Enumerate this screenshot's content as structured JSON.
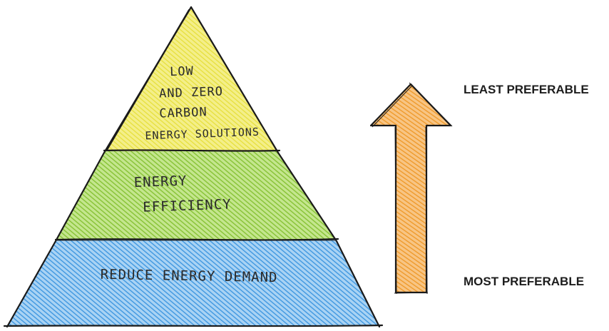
{
  "pyramid": {
    "top_lines": [
      "LOW",
      "AND ZERO",
      "CARBON",
      "ENERGY SOLUTIONS"
    ],
    "middle_lines": [
      "ENERGY",
      "EFFICIENCY"
    ],
    "bottom_lines": [
      "REDUCE ENERGY DEMAND"
    ],
    "colors": {
      "top": "#eee85a",
      "middle": "#9fd24a",
      "bottom": "#5aa8e6",
      "outline": "#1a1a1a"
    }
  },
  "arrow": {
    "color": "#f2a03a",
    "direction": "up"
  },
  "labels": {
    "least": "LEAST PREFERABLE",
    "most": "MOST PREFERABLE"
  }
}
